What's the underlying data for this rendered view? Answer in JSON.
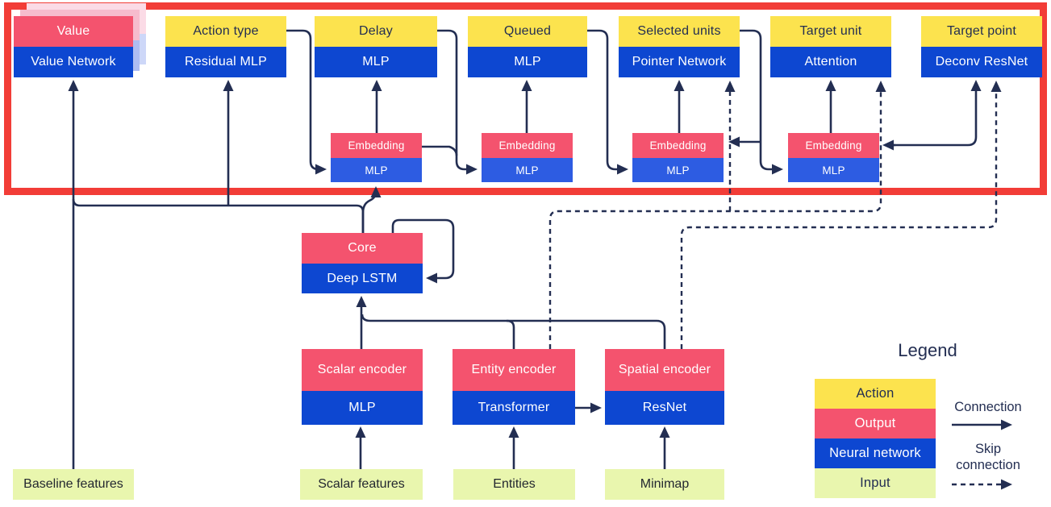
{
  "diagram": {
    "heads": [
      {
        "top": "Value",
        "bottom": "Value Network"
      },
      {
        "top": "Action type",
        "bottom": "Residual MLP"
      },
      {
        "top": "Delay",
        "bottom": "MLP"
      },
      {
        "top": "Queued",
        "bottom": "MLP"
      },
      {
        "top": "Selected units",
        "bottom": "Pointer Network"
      },
      {
        "top": "Target unit",
        "bottom": "Attention"
      },
      {
        "top": "Target point",
        "bottom": "Deconv ResNet"
      }
    ],
    "embeddings": [
      {
        "top": "Embedding",
        "bottom": "MLP"
      },
      {
        "top": "Embedding",
        "bottom": "MLP"
      },
      {
        "top": "Embedding",
        "bottom": "MLP"
      },
      {
        "top": "Embedding",
        "bottom": "MLP"
      }
    ],
    "core": {
      "top": "Core",
      "bottom": "Deep LSTM"
    },
    "encoders": [
      {
        "top": "Scalar encoder",
        "bottom": "MLP"
      },
      {
        "top": "Entity encoder",
        "bottom": "Transformer"
      },
      {
        "top": "Spatial encoder",
        "bottom": "ResNet"
      }
    ],
    "inputs": [
      {
        "label": "Baseline features"
      },
      {
        "label": "Scalar features"
      },
      {
        "label": "Entities"
      },
      {
        "label": "Minimap"
      }
    ],
    "legend": {
      "title": "Legend",
      "swatches": [
        {
          "label": "Action"
        },
        {
          "label": "Output"
        },
        {
          "label": "Neural network"
        },
        {
          "label": "Input"
        }
      ],
      "connection_label": "Connection",
      "skip_label_line1": "Skip",
      "skip_label_line2": "connection"
    }
  },
  "colors": {
    "action_yellow": "#fce34e",
    "output_pink": "#f4536e",
    "neural_blue": "#0d47d1",
    "embedding_blue": "#2d5ce2",
    "input_green": "#e9f6ae",
    "wire_navy": "#232e52",
    "highlight_red": "#f23d37",
    "ghost_pink_1": "#f6bccd",
    "ghost_blue_1": "#aebdf2",
    "ghost_pink_2": "#fbdbe6",
    "ghost_blue_2": "#cdd7f8"
  }
}
